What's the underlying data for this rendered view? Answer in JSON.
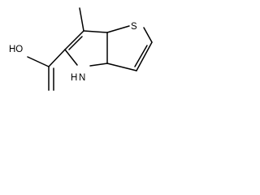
{
  "molecule": {
    "atoms": {
      "sulfur": "S",
      "hydroxyl": "HO",
      "amine": "H",
      "nitrogen": "N"
    }
  },
  "colors": {
    "background": "#ffffff",
    "ink": "#000000"
  }
}
